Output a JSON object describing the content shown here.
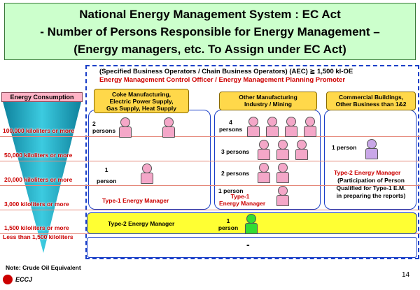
{
  "title": {
    "line1": "National Energy Management System : EC Act",
    "line2": "- Number of Persons Responsible for Energy Management –",
    "line3": "(Energy managers, etc. To Assign under EC Act)"
  },
  "aec_header": {
    "line1": "(Specified Business Operators / Chain Business Operators) (AEC) ≧ 1,500 kl-OE",
    "line2": "Energy Management Control Officer  / Energy Management Planning Promoter"
  },
  "energy_consumption_label": "Energy Consumption",
  "thresholds": [
    "100,000 kiloliters or more",
    "50,000 kiloliters or more",
    "20,000 kiloliters or more",
    "3,000 kiloliters or more",
    "1,500 kiloliters or more",
    "Less than 1,500 kiloliters"
  ],
  "columns": {
    "col1": {
      "line1": "Coke Manufacturing,",
      "line2": "Electric Power Supply,",
      "line3": "Gas Supply, Heat Supply"
    },
    "col2": {
      "line1": "Other Manufacturing",
      "line2": "Industry / Mining"
    },
    "col3": {
      "line1": "Commercial Buildings,",
      "line2": "Other Business than 1&2"
    }
  },
  "col1": {
    "two_line1": "2",
    "two_line2": "persons",
    "one_line1": "1",
    "one_line2": "person",
    "manager": "Type-1 Energy Manager"
  },
  "col2": {
    "four_line1": "4",
    "four_line2": "persons",
    "three": "3 persons",
    "two": "2 persons",
    "one": "1 person",
    "manager_line1": "Type-1",
    "manager_line2": "Energy Manager"
  },
  "col3": {
    "one": "1 person",
    "manager": "Type-2 Energy Manager",
    "note_line1": "(Participation of Person",
    "note_line2": "Qualified for Type-1 E.M.",
    "note_line3": "in preparing the reports)"
  },
  "type2_bar": {
    "label": "Type-2 Energy Manager",
    "count_line1": "1",
    "count_line2": "person"
  },
  "bottom_dash": "-",
  "note": "Note:  Crude Oil Equivalent",
  "logo": "ECCJ",
  "page_number": "14",
  "colors": {
    "title_bg": "#ccffcc",
    "frame_border": "#1a3fc8",
    "header_box": "#ffd84a",
    "type2_bar": "#ffff33",
    "funnel": "#23b1c9",
    "person_pink": "#f4a7c8",
    "person_purple": "#c9a7e8",
    "person_green": "#33dd33",
    "red_text": "#cc0000"
  }
}
